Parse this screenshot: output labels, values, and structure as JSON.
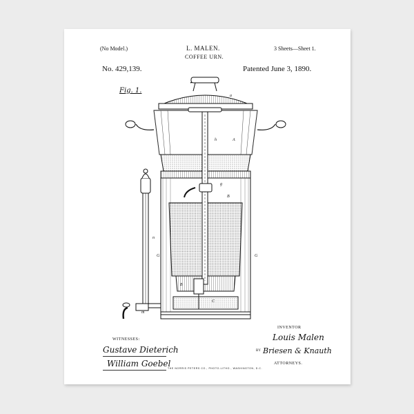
{
  "header": {
    "model": "(No Model.)",
    "inventor_name": "L. MALEN.",
    "title": "COFFEE URN.",
    "sheets": "3 Sheets—Sheet 1.",
    "patent_no": "No. 429,139.",
    "patented": "Patented June 3, 1890."
  },
  "figure": {
    "label": "Fig. 1.",
    "parts": [
      "A",
      "h",
      "a",
      "A",
      "B",
      "g",
      "G",
      "G",
      "n",
      "m",
      "C",
      "c"
    ]
  },
  "footer": {
    "witnesses_label": "WITNESSES:",
    "witness_1": "Gustave Dieterich",
    "witness_2": "William Goebel",
    "inventor_label": "INVENTOR",
    "inventor_signature": "Louis Malen",
    "by": "BY",
    "attorneys_signature": "Briesen & Knauth",
    "attorneys_label": "ATTORNEYS.",
    "printer_line": "THE NORRIS PETERS CO., PHOTO-LITHO., WASHINGTON, D.C."
  }
}
